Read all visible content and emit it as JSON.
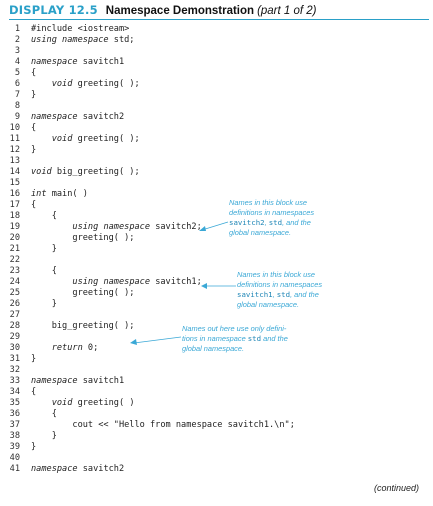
{
  "header": {
    "display_label": "DISPLAY 12.5",
    "title": "Namespace Demonstration",
    "part": "(part 1 of 2)"
  },
  "code_lines": [
    {
      "num": "1",
      "text": "#include <iostream>"
    },
    {
      "num": "2",
      "text": "using namespace std;"
    },
    {
      "num": "3",
      "text": ""
    },
    {
      "num": "4",
      "text": "namespace savitch1"
    },
    {
      "num": "5",
      "text": "{"
    },
    {
      "num": "6",
      "text": "    void greeting( );"
    },
    {
      "num": "7",
      "text": "}"
    },
    {
      "num": "8",
      "text": ""
    },
    {
      "num": "9",
      "text": "namespace savitch2"
    },
    {
      "num": "10",
      "text": "{"
    },
    {
      "num": "11",
      "text": "    void greeting( );"
    },
    {
      "num": "12",
      "text": "}"
    },
    {
      "num": "13",
      "text": ""
    },
    {
      "num": "14",
      "text": "void big_greeting( );"
    },
    {
      "num": "15",
      "text": ""
    },
    {
      "num": "16",
      "text": "int main( )"
    },
    {
      "num": "17",
      "text": "{"
    },
    {
      "num": "18",
      "text": "    {"
    },
    {
      "num": "19",
      "text": "        using namespace savitch2;"
    },
    {
      "num": "20",
      "text": "        greeting( );"
    },
    {
      "num": "21",
      "text": "    }"
    },
    {
      "num": "22",
      "text": ""
    },
    {
      "num": "23",
      "text": "    {"
    },
    {
      "num": "24",
      "text": "        using namespace savitch1;"
    },
    {
      "num": "25",
      "text": "        greeting( );"
    },
    {
      "num": "26",
      "text": "    }"
    },
    {
      "num": "27",
      "text": ""
    },
    {
      "num": "28",
      "text": "    big_greeting( );"
    },
    {
      "num": "29",
      "text": ""
    },
    {
      "num": "30",
      "text": "    return 0;"
    },
    {
      "num": "31",
      "text": "}"
    },
    {
      "num": "32",
      "text": ""
    },
    {
      "num": "33",
      "text": "namespace savitch1"
    },
    {
      "num": "34",
      "text": "{"
    },
    {
      "num": "35",
      "text": "    void greeting( )"
    },
    {
      "num": "36",
      "text": "    {"
    },
    {
      "num": "37",
      "text": "        cout << \"Hello from namespace savitch1.\\n\";"
    },
    {
      "num": "38",
      "text": "    }"
    },
    {
      "num": "39",
      "text": "}"
    },
    {
      "num": "40",
      "text": ""
    },
    {
      "num": "41",
      "text": "namespace savitch2"
    }
  ],
  "annotations": {
    "block1": {
      "l1": "Names in this block use",
      "l2": "definitions in namespaces",
      "l3_hl1": "savitch2",
      "l3_sep1": ", ",
      "l3_hl2": "std",
      "l3_rest": ", and the",
      "l4": "global namespace."
    },
    "block2": {
      "l1": "Names in this block use",
      "l2": "definitions in namespaces",
      "l3_hl1": "savitch1",
      "l3_sep1": ", ",
      "l3_hl2": "std",
      "l3_rest": ", and the",
      "l4": "global namespace."
    },
    "block3": {
      "l1": "Names out here use only defini-",
      "l2_a": "tions in namespace ",
      "l2_hl": "std",
      "l2_b": " and the",
      "l3": "global namespace."
    }
  },
  "footer": {
    "continued": "(continued)"
  },
  "colors": {
    "accent": "#2aa0c8",
    "annotation": "#3aa8d6"
  }
}
